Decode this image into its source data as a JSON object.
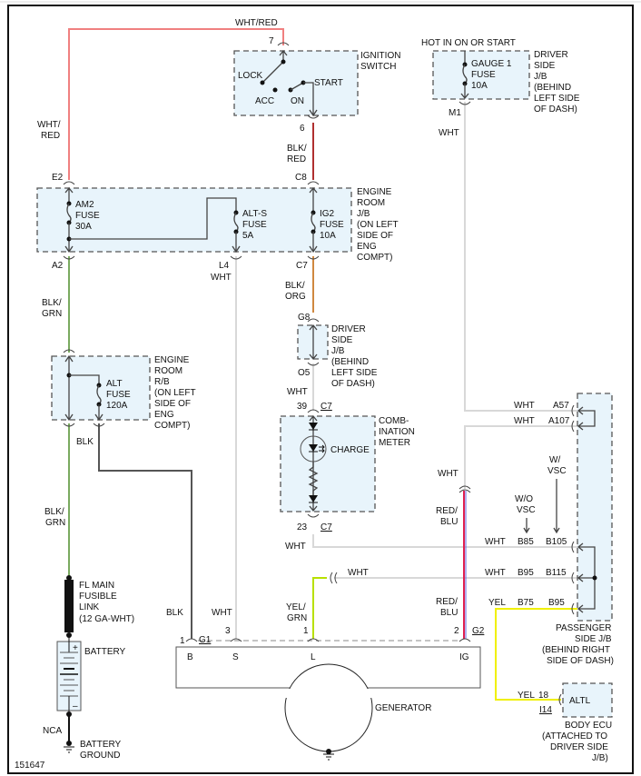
{
  "figure_id": "151647",
  "colors": {
    "wht_red": "#f08080",
    "blk_red": "#b03030",
    "blk_grn": "#7aaa60",
    "blk_org": "#d08840",
    "wht": "#d8d8d8",
    "blk": "#555555",
    "red_blu_red": "#e02050",
    "red_blu_blu": "#6060e0",
    "yel": "#f0f000",
    "yel_grn": "#b8e000",
    "box_fill": "#e8f4fb"
  },
  "ignition_switch": {
    "title": [
      "IGNITION",
      "SWITCH"
    ],
    "pin_top": "7",
    "pin_bottom": "6",
    "positions": [
      "LOCK",
      "ACC",
      "ON",
      "START"
    ]
  },
  "gauge_fuse_box": {
    "header": "HOT IN ON OR START",
    "fuse": [
      "GAUGE 1",
      "FUSE",
      "10A"
    ],
    "title": [
      "DRIVER",
      "SIDE",
      "J/B",
      "(BEHIND",
      "LEFT SIDE",
      "OF DASH)"
    ],
    "pin": "M1"
  },
  "engine_room_jb": {
    "title": [
      "ENGINE",
      "ROOM",
      "J/B",
      "(ON LEFT",
      "SIDE OF",
      "ENG",
      "COMPT)"
    ],
    "fuses": [
      {
        "lines": [
          "AM2",
          "FUSE",
          "30A"
        ],
        "pin_in": "E2",
        "pin_out": "A2"
      },
      {
        "lines": [
          "ALT-S",
          "FUSE",
          "5A"
        ],
        "pin_out": "L4"
      },
      {
        "lines": [
          "IG2",
          "FUSE",
          "10A"
        ],
        "pin_in": "C8",
        "pin_out": "C7"
      }
    ]
  },
  "engine_room_rb": {
    "title": [
      "ENGINE",
      "ROOM",
      "R/B",
      "(ON LEFT",
      "SIDE OF",
      "ENG",
      "COMPT)"
    ],
    "fuse": [
      "ALT",
      "FUSE",
      "120A"
    ]
  },
  "driver_jb_small": {
    "title": [
      "DRIVER",
      "SIDE",
      "J/B",
      "(BEHIND",
      "LEFT SIDE",
      "OF DASH)"
    ],
    "pin_in": "G8",
    "pin_out": "O5"
  },
  "combination_meter": {
    "title": [
      "COMB-",
      "INATION",
      "METER"
    ],
    "lamp": "CHARGE",
    "pin_top": "39",
    "conn_top": "C7",
    "pin_bottom": "23",
    "conn_bottom": "C7"
  },
  "fusible_link": {
    "lines": [
      "FL MAIN",
      "FUSIBLE",
      "LINK",
      "(12 GA-WHT)"
    ]
  },
  "battery": {
    "label": "BATTERY",
    "plus": "+",
    "minus": "–",
    "cable": "NCA",
    "ground": [
      "BATTERY",
      "GROUND"
    ]
  },
  "generator": {
    "label": "GENERATOR",
    "terminals": [
      {
        "name": "B",
        "pin": "1",
        "conn": "G1"
      },
      {
        "name": "S",
        "pin": "3"
      },
      {
        "name": "L",
        "pin": "1"
      },
      {
        "name": "IG",
        "pin": "2",
        "conn": "G2"
      }
    ]
  },
  "passenger_jb": {
    "title": [
      "PASSENGER",
      "SIDE J/B",
      "(BEHIND RIGHT",
      "SIDE OF DASH)"
    ],
    "pins": [
      "A57",
      "A107",
      "B105",
      "B115",
      "B95"
    ],
    "alt_pins": [
      "B85",
      "B95",
      "B75"
    ],
    "note_wo": [
      "W/O",
      "VSC"
    ],
    "note_w": [
      "W/",
      "VSC"
    ]
  },
  "body_ecu": {
    "label": "ALTL",
    "pin": "18",
    "conn": "I14",
    "title": [
      "BODY ECU",
      "(ATTACHED TO",
      "DRIVER SIDE",
      "J/B)"
    ]
  },
  "wire_labels": {
    "wht_red_top": "WHT/RED",
    "wht_red_left": [
      "WHT/",
      "RED"
    ],
    "blk_red": [
      "BLK/",
      "RED"
    ],
    "blk_grn_1": [
      "BLK/",
      "GRN"
    ],
    "blk_grn_2": [
      "BLK/",
      "GRN"
    ],
    "blk_org": [
      "BLK/",
      "ORG"
    ],
    "wht": "WHT",
    "blk": "BLK",
    "red_blu_1": [
      "RED/",
      "BLU"
    ],
    "red_blu_2": [
      "RED/",
      "BLU"
    ],
    "yel_grn": [
      "YEL/",
      "GRN"
    ],
    "yel": "YEL"
  }
}
